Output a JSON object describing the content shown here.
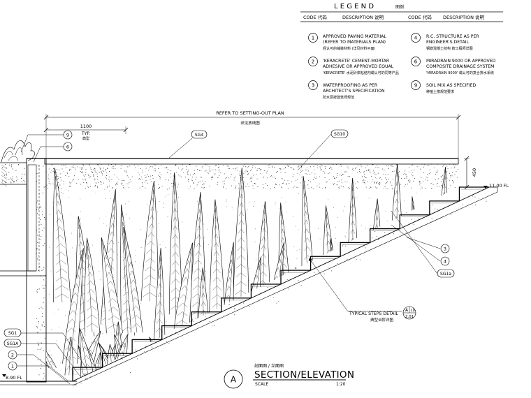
{
  "legend": {
    "title": "L E G E N D",
    "title_cn": "图例",
    "col_headers": [
      {
        "code": "CODE 代码",
        "desc": "DESCRIPTION 说明"
      },
      {
        "code": "CODE 代码",
        "desc": "DESCRIPTION 说明"
      }
    ],
    "items": [
      {
        "num": "1",
        "lines": [
          "APPROVED PAVING MATERIAL",
          "(REFER TO MATERIALS PLAN)",
          "经认可的铺装材料 (详见材料平面)"
        ]
      },
      {
        "num": "2",
        "lines": [
          "'KERACRETE' CEMENT-MORTAR",
          "ADHESIVE OR APPROVED EQUAL",
          "'KERACRETE' 水泥砂浆粘结剂或认可的同等产品"
        ]
      },
      {
        "num": "3",
        "lines": [
          "WATERPROOFING AS PER",
          "ARCHITECT'S SPECIFICATION",
          "防水层按建筑师规范"
        ]
      },
      {
        "num": "4",
        "lines": [
          "R.C. STRUCTURE AS PER",
          "ENGINEER'S DETAIL",
          "钢筋混凝土结构 按工程师详图"
        ]
      },
      {
        "num": "6",
        "lines": [
          "MIRADRAIN 9000 OR APPROVED",
          "COMPOSITE DRAINAGE SYSTEM",
          "'MIRADRAIN 9000' 或认可的复合排水系统"
        ]
      },
      {
        "num": "9",
        "lines": [
          "SOIL MIX AS SPECIFIED",
          "种植土按规范要求"
        ]
      }
    ]
  },
  "dims": {
    "setting_out": "REFER TO SETTING-OUT PLAN",
    "setting_out_cn": "详见放线图",
    "width": "1100",
    "typ": "TYP.",
    "typ_cn": "典型",
    "height": "450",
    "top_level": "11.00 FL",
    "bottom_level": "8.90 FL"
  },
  "tags": {
    "sg4": "SG4",
    "sg10": "SG10",
    "sg1a_right": "SG1a",
    "sg1": "SG1",
    "sg1a_left": "SG1A",
    "c9": "9",
    "c6": "6",
    "c3": "3",
    "c4": "4",
    "c1": "1",
    "c2": "2"
  },
  "steps_detail": {
    "label": "TYPICAL STEPS DETAIL",
    "label_cn": "典型台阶详图",
    "ref_letter": "A",
    "ref_code": "LD",
    "ref_sheet": "2.01"
  },
  "title_block": {
    "letter": "A",
    "title_cn": "剖面图 / 立面图",
    "title": "SECTION/ELEVATION",
    "scale_label": "SCALE",
    "scale_value": "1:20"
  }
}
